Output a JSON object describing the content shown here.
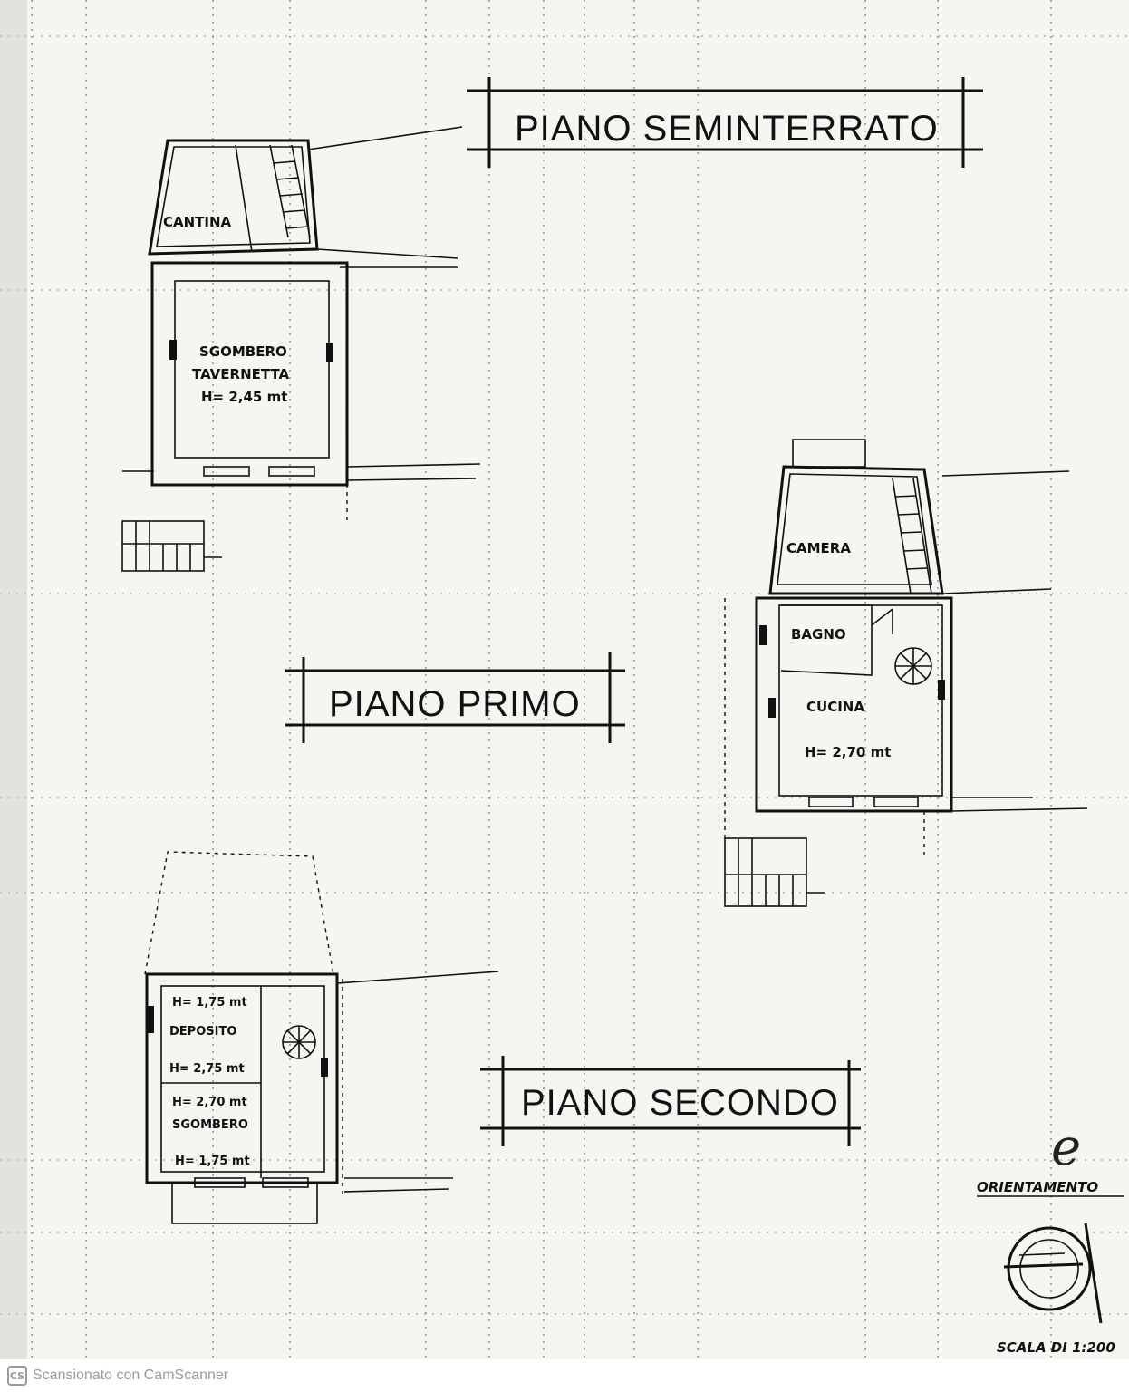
{
  "floors": {
    "seminterrato": {
      "title": "PIANO SEMINTERRATO",
      "rooms": {
        "cantina": "CANTINA",
        "sgombero": "SGOMBERO",
        "tavernetta": "TAVERNETTA",
        "height": "H= 2,45 mt"
      }
    },
    "primo": {
      "title": "PIANO PRIMO",
      "rooms": {
        "camera": "CAMERA",
        "bagno": "BAGNO",
        "cucina": "CUCINA",
        "height": "H= 2,70 mt"
      }
    },
    "secondo": {
      "title": "PIANO SECONDO",
      "rooms": {
        "deposito_h1": "H= 1,75 mt",
        "deposito": "DEPOSITO",
        "deposito_h2": "H= 2,75 mt",
        "sgombero_h1": "H= 2,70 mt",
        "sgombero": "SGOMBERO",
        "sgombero_h2": "H= 1,75 mt"
      }
    }
  },
  "annotations": {
    "handwritten_mark": "e",
    "orientamento": "ORIENTAMENTO",
    "scale": "SCALA DI 1:200"
  },
  "footer": {
    "icon_label": "CS",
    "text": "Scansionato con CamScanner"
  }
}
